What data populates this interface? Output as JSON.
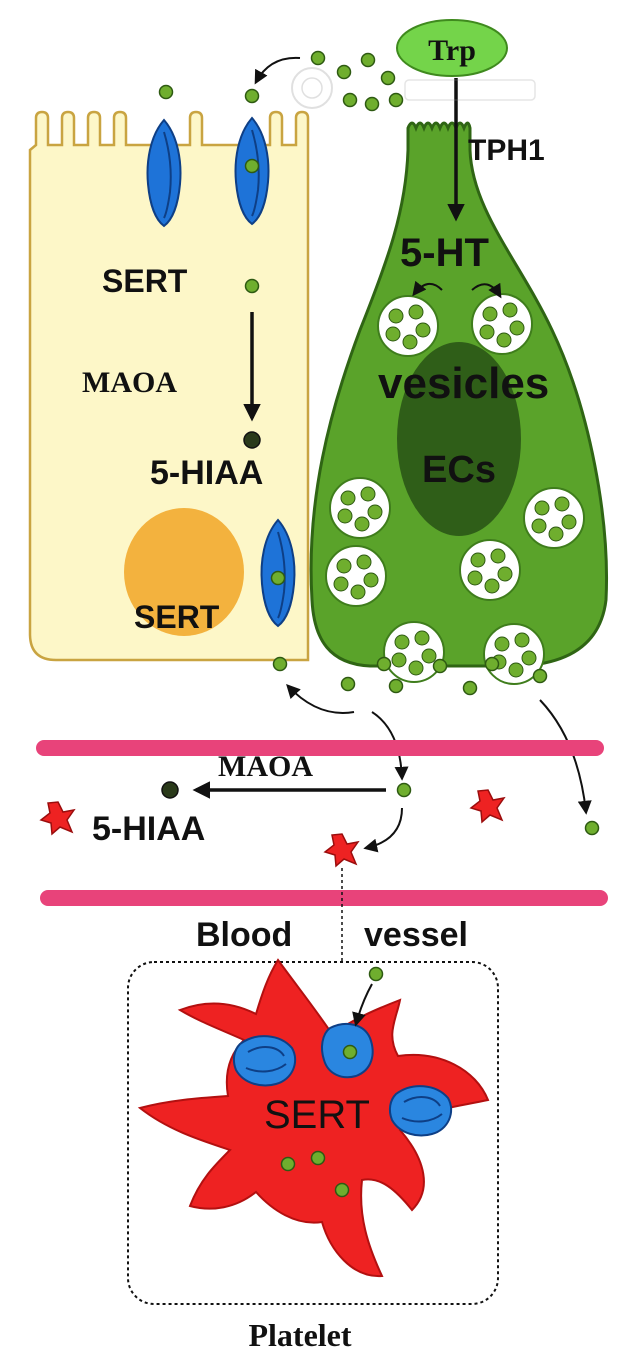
{
  "labels": {
    "trp": "Trp",
    "tph1": "TPH1",
    "ht5": "5-HT",
    "vesicles": "vesicles",
    "ecs": "ECs",
    "sert_top": "SERT",
    "maoa_cell": "MAOA",
    "hiaa_cell": "5-HIAA",
    "sert_mid": "SERT",
    "maoa_blood": "MAOA",
    "hiaa_blood": "5-HIAA",
    "blood": "Blood",
    "vessel": "vessel",
    "sert_platelet": "SERT",
    "platelet": "Platelet"
  },
  "colors": {
    "serotonin_dot": "#6fae2e",
    "enterocyte_fill": "#fdf7c8",
    "ec_cell_fill": "#5aa32a",
    "transporter": "#1e73d8",
    "vessel_wall": "#e8437a",
    "platelet": "#ee2222",
    "nucleus": "#f3b23e"
  }
}
